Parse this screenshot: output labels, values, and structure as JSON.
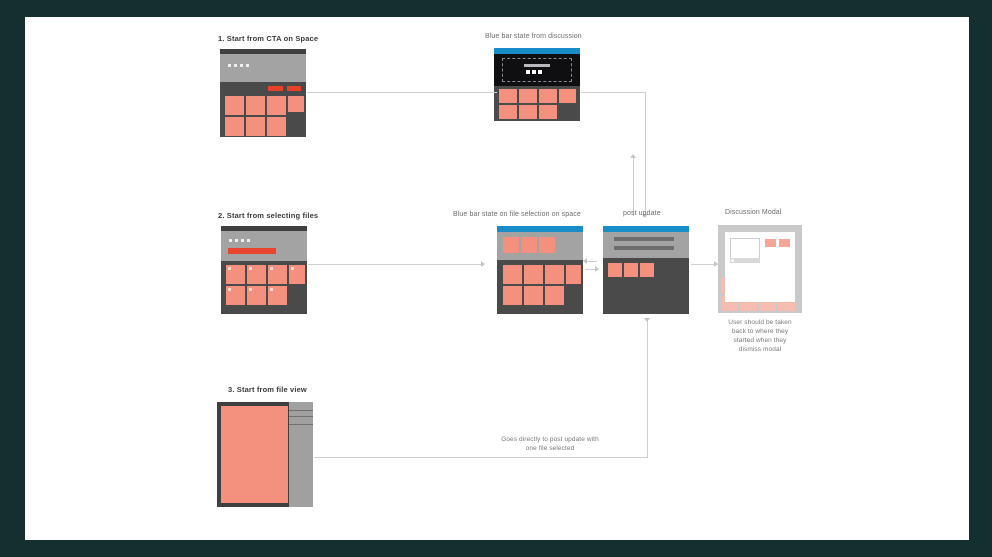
{
  "canvas": {
    "background": "#ffffff",
    "frame_color": "#14302e"
  },
  "flows": [
    {
      "id": "flow-1",
      "label": "1. Start from CTA on Space",
      "screens": [
        {
          "name": "space-cta",
          "kind": "space-grid"
        },
        {
          "name": "blue-bar-discussion",
          "label": "Blue bar state from discussion",
          "kind": "blue-bar-black-panel"
        }
      ]
    },
    {
      "id": "flow-2",
      "label": "2. Start from selecting files",
      "screens": [
        {
          "name": "space-file-selection",
          "kind": "space-grid-selected"
        },
        {
          "name": "blue-bar-selection",
          "label": "Blue bar state on file selection on space",
          "kind": "blue-bar-grid"
        },
        {
          "name": "post-update",
          "label": "post update",
          "kind": "post-update"
        },
        {
          "name": "discussion-modal",
          "label": "Discussion Modal",
          "kind": "modal"
        }
      ]
    },
    {
      "id": "flow-3",
      "label": "3. Start from file view",
      "screens": [
        {
          "name": "file-view",
          "kind": "file-view"
        }
      ]
    }
  ],
  "labels": {
    "flow1_title": "1. Start from CTA on Space",
    "flow2_title": "2. Start from selecting files",
    "flow3_title": "3. Start from file view",
    "blue_bar_discussion": "Blue bar state from discussion",
    "blue_bar_selection": "Blue bar state on file selection on space",
    "post_update": "post update",
    "discussion_modal": "Discussion Modal"
  },
  "captions": {
    "modal_note_line1": "User should be taken",
    "modal_note_line2": "back to where they",
    "modal_note_line3": "started when they",
    "modal_note_line4": "dismiss modal",
    "fileview_note_line1": "Goes directly to post update with",
    "fileview_note_line2": "one file selected"
  },
  "colors": {
    "tile": "#f4917e",
    "panel_dark": "#4a4a4a",
    "header_gray": "#a3a3a3",
    "blue_bar": "#1a8cc8",
    "black_panel": "#0f0f12",
    "red_button": "#e8412a",
    "connector": "#cfcfcf",
    "frame": "#14302e"
  }
}
